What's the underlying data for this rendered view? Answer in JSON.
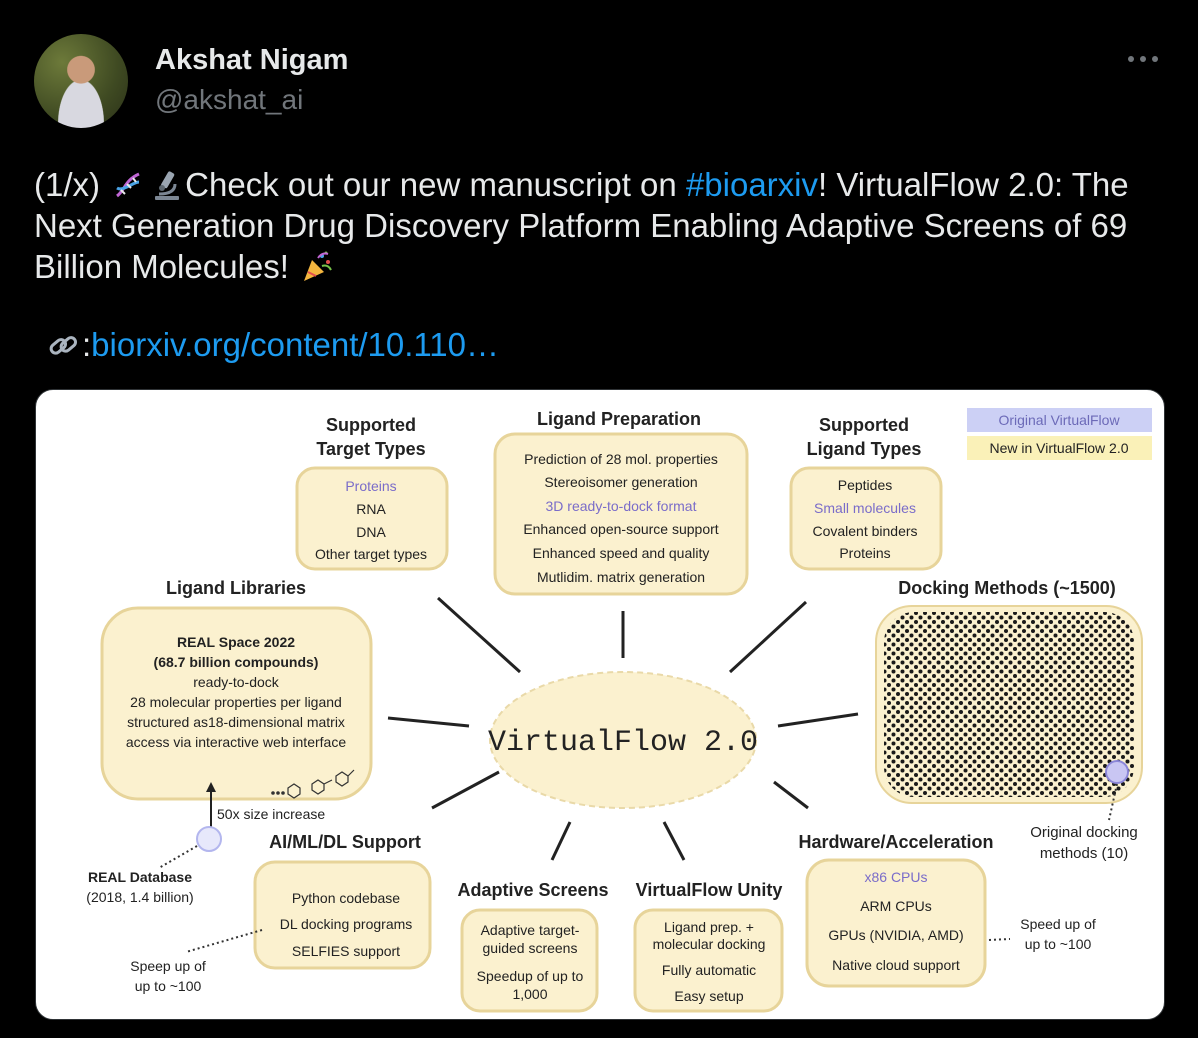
{
  "author": {
    "name": "Akshat Nigam",
    "handle": "@akshat_ai"
  },
  "tweet": {
    "part1": "(1/x) ",
    "part2": "Check out our new manuscript on ",
    "hashtag": "#bioarxiv",
    "part3": "! VirtualFlow 2.0: The Next Generation Drug Discovery Platform Enabling Adaptive Screens of 69 Billion Molecules! ",
    "link_prefix": ":",
    "link": "biorxiv.org/content/10.110…"
  },
  "icons": [
    "dna-icon",
    "microscope-icon",
    "party-popper-icon",
    "link-icon",
    "more-icon"
  ],
  "figure": {
    "legend": {
      "original": "Original VirtualFlow",
      "new": "New in VirtualFlow 2.0",
      "original_color": "#ccd0f5",
      "new_color": "#faf1b8"
    },
    "center": "VirtualFlow 2.0",
    "target_types": {
      "title1": "Supported",
      "title2": "Target Types",
      "items": [
        "Proteins",
        "RNA",
        "DNA",
        "Other target types"
      ]
    },
    "ligand_prep": {
      "title": "Ligand Preparation",
      "items": [
        "Prediction of 28 mol. properties",
        "Stereoisomer generation",
        "3D ready-to-dock format",
        "Enhanced open-source support",
        "Enhanced speed and quality",
        "Mutlidim. matrix generation"
      ]
    },
    "ligand_types": {
      "title1": "Supported",
      "title2": "Ligand Types",
      "items": [
        "Peptides",
        "Small molecules",
        "Covalent binders",
        "Proteins"
      ]
    },
    "libraries": {
      "title": "Ligand Libraries",
      "line1": "REAL Space 2022",
      "line2": "(68.7 billion compounds)",
      "items": [
        "ready-to-dock",
        "28 molecular properties per ligand",
        "structured as18-dimensional matrix",
        "access via interactive web interface"
      ],
      "increase": "50x size increase",
      "db1": "REAL Database",
      "db2": "(2018, 1.4 billion)"
    },
    "docking": {
      "title": "Docking Methods (~1500)",
      "original1": "Original docking",
      "original2": "methods (10)"
    },
    "ai": {
      "title": "AI/ML/DL Support",
      "items": [
        "Python codebase",
        "DL docking programs",
        "SELFIES support"
      ],
      "speed1": "Speep up of",
      "speed2": "up to ~100"
    },
    "adaptive": {
      "title": "Adaptive Screens",
      "items": [
        "Adaptive target-",
        "guided screens",
        "Speedup of up to",
        "1,000"
      ]
    },
    "unity": {
      "title": "VirtualFlow Unity",
      "items": [
        "Ligand prep. +",
        "molecular docking",
        "Fully automatic",
        "Easy setup"
      ]
    },
    "hardware": {
      "title": "Hardware/Acceleration",
      "items": [
        "x86 CPUs",
        "ARM CPUs",
        "GPUs (NVIDIA, AMD)",
        "Native cloud support"
      ],
      "speed1": "Speed up of",
      "speed2": "up to ~100"
    }
  }
}
